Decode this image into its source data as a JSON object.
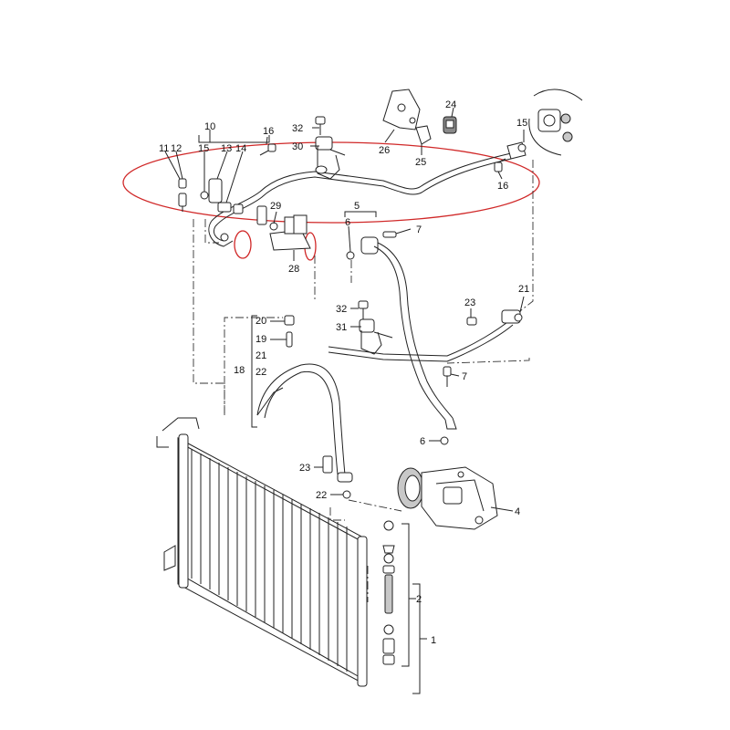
{
  "labels": {
    "p10": "10",
    "p16a": "16",
    "p32a": "32",
    "p30": "30",
    "p26": "26",
    "p24": "24",
    "p25": "25",
    "p15a": "15",
    "p16b": "16",
    "p11": "11",
    "p12": "12",
    "p15b": "15",
    "p13": "13",
    "p14": "14",
    "p29": "29",
    "p5": "5",
    "p6a": "6",
    "p7a": "7",
    "p28": "28",
    "p32b": "32",
    "p23a": "23",
    "p21a": "21",
    "p20": "20",
    "p31": "31",
    "p19": "19",
    "p21b": "21",
    "p18": "18",
    "p22a": "22",
    "p7b": "7",
    "p6b": "6",
    "p23b": "23",
    "p22b": "22",
    "p4": "4",
    "p2": "2",
    "p1": "1"
  },
  "colors": {
    "highlight": "#d02828",
    "line": "#222222"
  }
}
